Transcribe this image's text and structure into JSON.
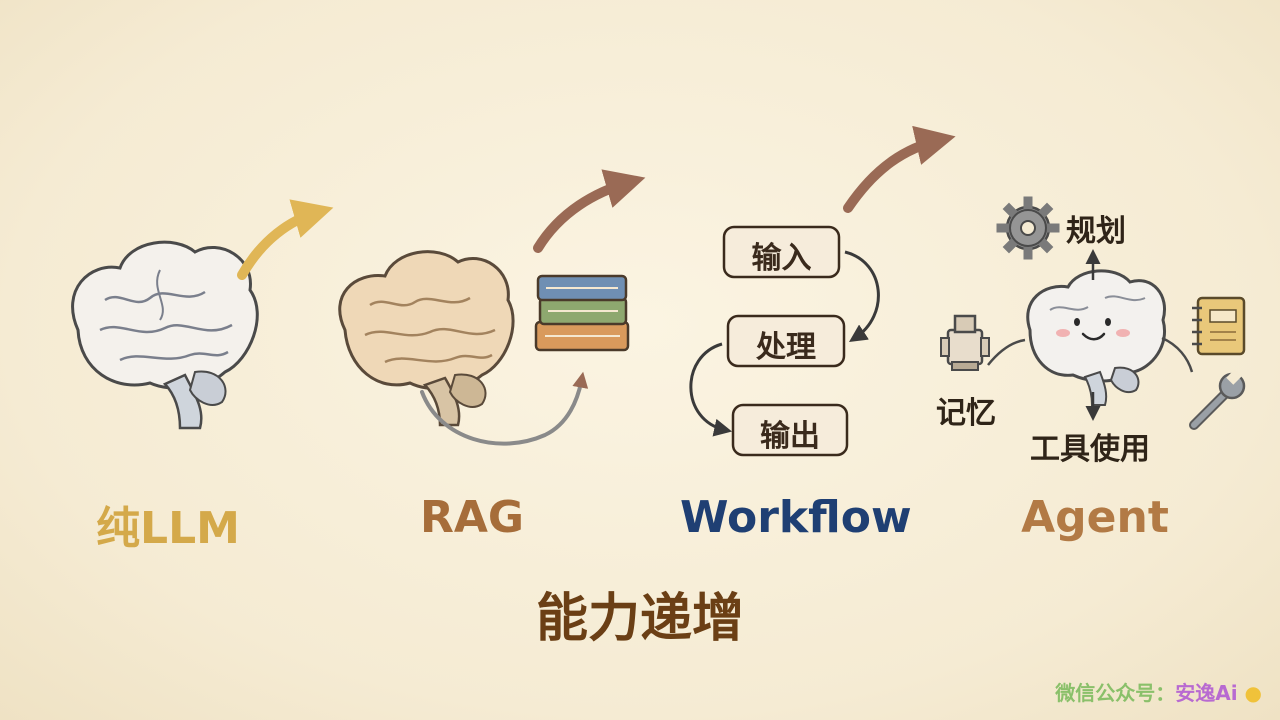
{
  "stages": [
    {
      "label": "纯LLM",
      "color": "#d4a94a"
    },
    {
      "label": "RAG",
      "color": "#a66d3a"
    },
    {
      "label": "Workflow",
      "color": "#1f3f73"
    },
    {
      "label": "Agent",
      "color": "#b27a45"
    }
  ],
  "workflow": {
    "step1": "输入",
    "step2": "处理",
    "step3": "输出"
  },
  "agent": {
    "planning": "规划",
    "memory": "记忆",
    "tool_use": "工具使用"
  },
  "caption": "能力递增",
  "footer": {
    "prefix": "微信公众号：",
    "name": "安逸Ai"
  },
  "colors": {
    "caption": "#6b3f15",
    "footer_prefix": "#8ac06a",
    "footer_name": "#b86ad1",
    "arrow_llm": "#e0b656",
    "arrow_other": "#9a6a55"
  }
}
